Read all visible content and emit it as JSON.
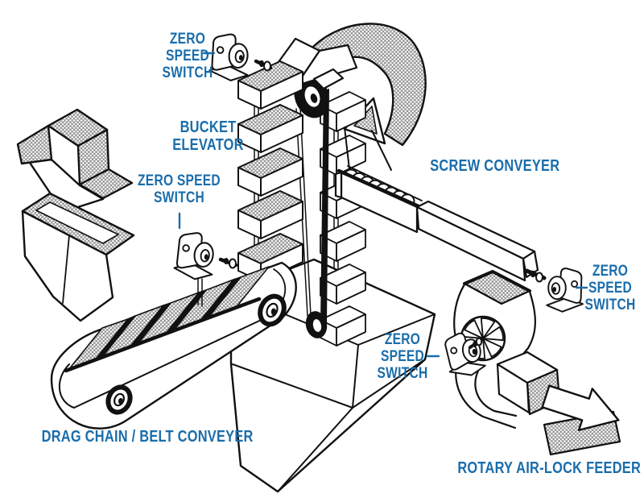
{
  "diagram_title": "Bulk material handling system with zero speed switch monitoring points",
  "colors": {
    "label_blue": "#1a6dab",
    "line_black": "#111111",
    "hatch_gray": "#757575",
    "background": "#ffffff"
  },
  "labels": {
    "zero_speed_switch_top": {
      "line1": "ZERO",
      "line2": "SPEED",
      "line3": "SWITCH"
    },
    "bucket_elevator": {
      "line1": "BUCKET",
      "line2": "ELEVATOR"
    },
    "zero_speed_switch_left": {
      "line1": "ZERO SPEED",
      "line2": "SWITCH"
    },
    "screw_conveyer": {
      "text": "SCREW CONVEYER"
    },
    "zero_speed_switch_right": {
      "line1": "ZERO",
      "line2": "SPEED",
      "line3": "SWITCH"
    },
    "zero_speed_switch_bottom": {
      "line1": "ZERO",
      "line2": "SPEED",
      "line3": "SWITCH"
    },
    "rotary_air_lock_feeder": {
      "text": "ROTARY AIR-LOCK FEEDER"
    },
    "drag_chain_belt_conveyer": {
      "text": "DRAG CHAIN / BELT CONVEYER"
    }
  },
  "components": [
    "inlet-flow-arrow",
    "feed-hopper",
    "drag-chain-belt-conveyer",
    "bucket-elevator",
    "elevator-base-pedestal",
    "discharge-flow-arrow",
    "screw-conveyer",
    "rotary-air-lock-feeder",
    "outlet-flow-arrow",
    "zero-speed-switch-1",
    "zero-speed-switch-2",
    "zero-speed-switch-3",
    "zero-speed-switch-4"
  ]
}
